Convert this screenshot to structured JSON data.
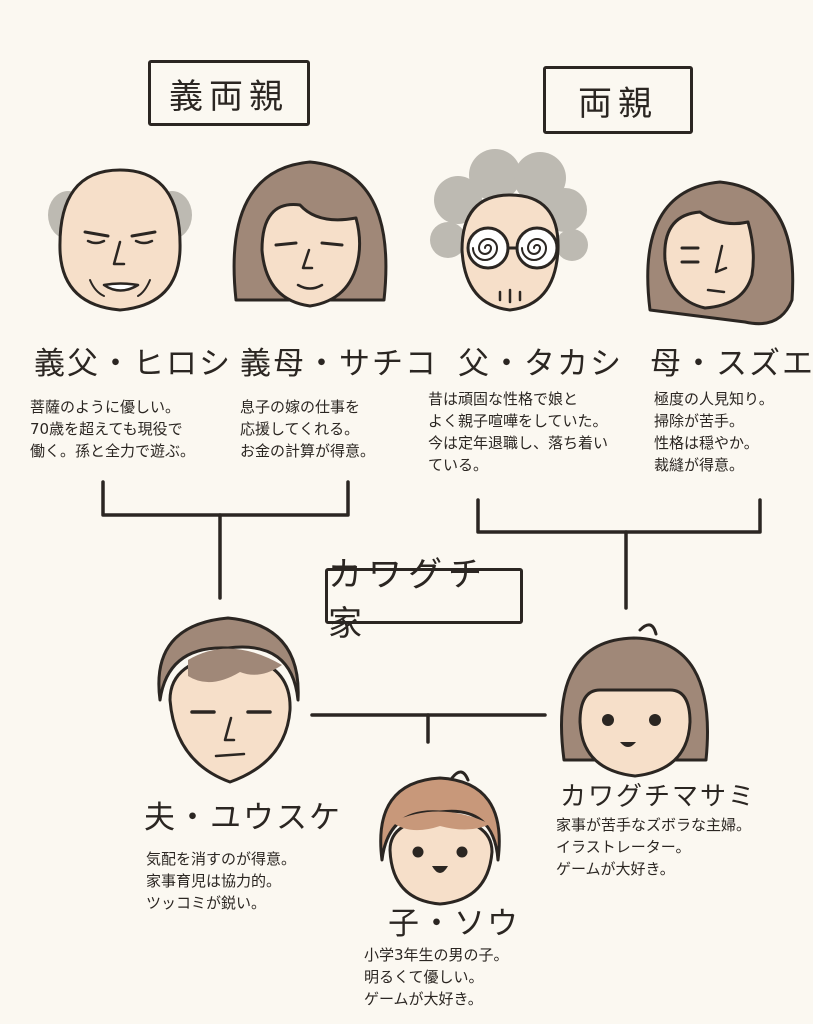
{
  "groups": {
    "in_laws": "義両親",
    "parents": "両親",
    "family": "カワグチ家"
  },
  "people": {
    "father_in_law": {
      "name": "義父・ヒロシ",
      "desc": [
        "菩薩のように優しい。",
        "70歳を超えても現役で",
        "働く。孫と全力で遊ぶ。"
      ]
    },
    "mother_in_law": {
      "name": "義母・サチコ",
      "desc": [
        "息子の嫁の仕事を",
        "応援してくれる。",
        "お金の計算が得意。"
      ]
    },
    "father": {
      "name": "父・タカシ",
      "desc": [
        "昔は頑固な性格で娘と",
        "よく親子喧嘩をしていた。",
        "今は定年退職し、落ち着い",
        "ている。"
      ]
    },
    "mother": {
      "name": "母・スズエ",
      "desc": [
        "極度の人見知り。",
        "掃除が苦手。",
        "性格は穏やか。",
        "裁縫が得意。"
      ]
    },
    "husband": {
      "name": "夫・ユウスケ",
      "desc": [
        "気配を消すのが得意。",
        "家事育児は協力的。",
        "ツッコミが鋭い。"
      ]
    },
    "author": {
      "name": "カワグチマサミ",
      "desc": [
        "家事が苦手なズボラな主婦。",
        "イラストレーター。",
        "ゲームが大好き。"
      ]
    },
    "child": {
      "name": "子・ソウ",
      "desc": [
        "小学3年生の男の子。",
        "明るくて優しい。",
        "ゲームが大好き。"
      ]
    }
  },
  "colors": {
    "skin": "#f6dfc9",
    "brown_hair": "#a08878",
    "light_brown_hair": "#c8987a",
    "gray_hair": "#bdbab2",
    "line": "#2b2622",
    "background": "#fbf8f1"
  }
}
